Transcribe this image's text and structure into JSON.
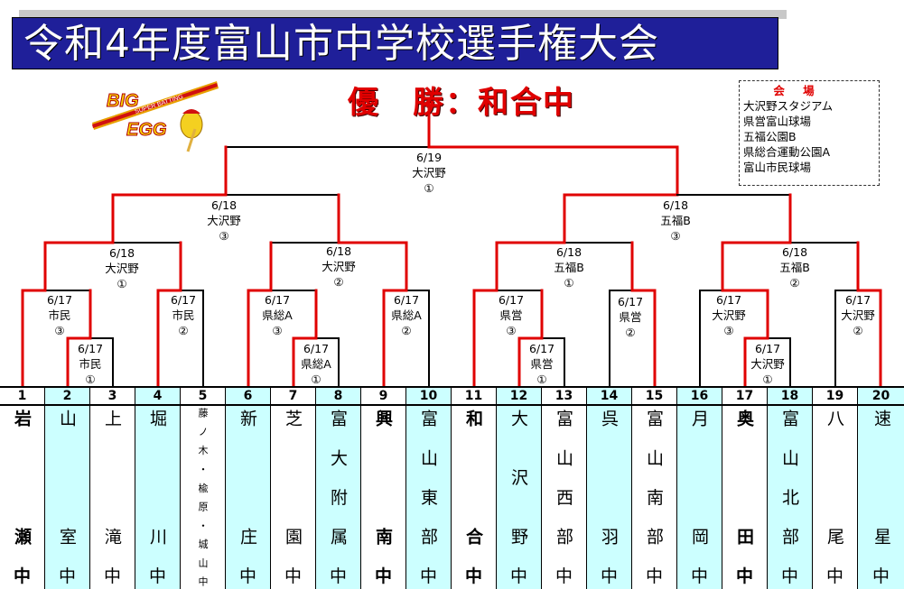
{
  "title": "令和4年度富山市中学校選手権大会",
  "logo_text": {
    "line1": "BIG",
    "line2": "SUPER BATTING",
    "line3": "EGG"
  },
  "champion": "優　勝：和合中",
  "venues": {
    "heading": "会 場",
    "items": [
      "大沢野スタジアム",
      "県営富山球場",
      "五福公園B",
      "県総合運動公園A",
      "富山市民球場"
    ]
  },
  "colors": {
    "winner_line": "#e00000",
    "banner": "#1f1f99",
    "highlight": "#ccffff"
  },
  "matches": [
    {
      "id": "r1a",
      "date": "6/17",
      "venue": "市民",
      "game": "①"
    },
    {
      "id": "r2a",
      "date": "6/17",
      "venue": "市民",
      "game": "③"
    },
    {
      "id": "r2b",
      "date": "6/17",
      "venue": "市民",
      "game": "②"
    },
    {
      "id": "r1b",
      "date": "6/17",
      "venue": "県総A",
      "game": "①"
    },
    {
      "id": "r2c",
      "date": "6/17",
      "venue": "県総A",
      "game": "③"
    },
    {
      "id": "r2d",
      "date": "6/17",
      "venue": "県総A",
      "game": "②"
    },
    {
      "id": "qf1",
      "date": "6/18",
      "venue": "大沢野",
      "game": "①"
    },
    {
      "id": "qf2",
      "date": "6/18",
      "venue": "大沢野",
      "game": "②"
    },
    {
      "id": "sf1",
      "date": "6/18",
      "venue": "大沢野",
      "game": "③"
    },
    {
      "id": "final",
      "date": "6/19",
      "venue": "大沢野",
      "game": "①"
    },
    {
      "id": "r1c",
      "date": "6/17",
      "venue": "県営",
      "game": "①"
    },
    {
      "id": "r2e",
      "date": "6/17",
      "venue": "県営",
      "game": "③"
    },
    {
      "id": "r2f",
      "date": "6/17",
      "venue": "県営",
      "game": "②"
    },
    {
      "id": "r1d",
      "date": "6/17",
      "venue": "大沢野",
      "game": "①"
    },
    {
      "id": "r2g",
      "date": "6/17",
      "venue": "大沢野",
      "game": "③"
    },
    {
      "id": "r2h",
      "date": "6/17",
      "venue": "大沢野",
      "game": "②"
    },
    {
      "id": "qf3",
      "date": "6/18",
      "venue": "五福B",
      "game": "①"
    },
    {
      "id": "qf4",
      "date": "6/18",
      "venue": "五福B",
      "game": "②"
    },
    {
      "id": "sf2",
      "date": "6/18",
      "venue": "五福B",
      "game": "③"
    }
  ],
  "teams": [
    {
      "no": "1",
      "name": "岩瀬",
      "suffix": "中",
      "semifinalist": true
    },
    {
      "no": "2",
      "name": "山室",
      "suffix": "中"
    },
    {
      "no": "3",
      "name": "上滝",
      "suffix": "中"
    },
    {
      "no": "4",
      "name": "堀川",
      "suffix": "中"
    },
    {
      "no": "5",
      "name": "藤ノ木・楡原・城山中",
      "suffix": "",
      "small": true
    },
    {
      "no": "6",
      "name": "新庄",
      "suffix": "中"
    },
    {
      "no": "7",
      "name": "芝園",
      "suffix": "中"
    },
    {
      "no": "8",
      "name": "富大附属",
      "suffix": "中"
    },
    {
      "no": "9",
      "name": "興南",
      "suffix": "中",
      "semifinalist": true
    },
    {
      "no": "10",
      "name": "富山東部",
      "suffix": "中"
    },
    {
      "no": "11",
      "name": "和合",
      "suffix": "中",
      "semifinalist": true
    },
    {
      "no": "12",
      "name": "大沢野",
      "suffix": "中"
    },
    {
      "no": "13",
      "name": "富山西部",
      "suffix": "中"
    },
    {
      "no": "14",
      "name": "呉羽",
      "suffix": "中"
    },
    {
      "no": "15",
      "name": "富山南部",
      "suffix": "中"
    },
    {
      "no": "16",
      "name": "月岡",
      "suffix": "中"
    },
    {
      "no": "17",
      "name": "奥田",
      "suffix": "中",
      "semifinalist": true
    },
    {
      "no": "18",
      "name": "富山北部",
      "suffix": "中"
    },
    {
      "no": "19",
      "name": "八尾",
      "suffix": "中"
    },
    {
      "no": "20",
      "name": "速星",
      "suffix": "中"
    }
  ]
}
